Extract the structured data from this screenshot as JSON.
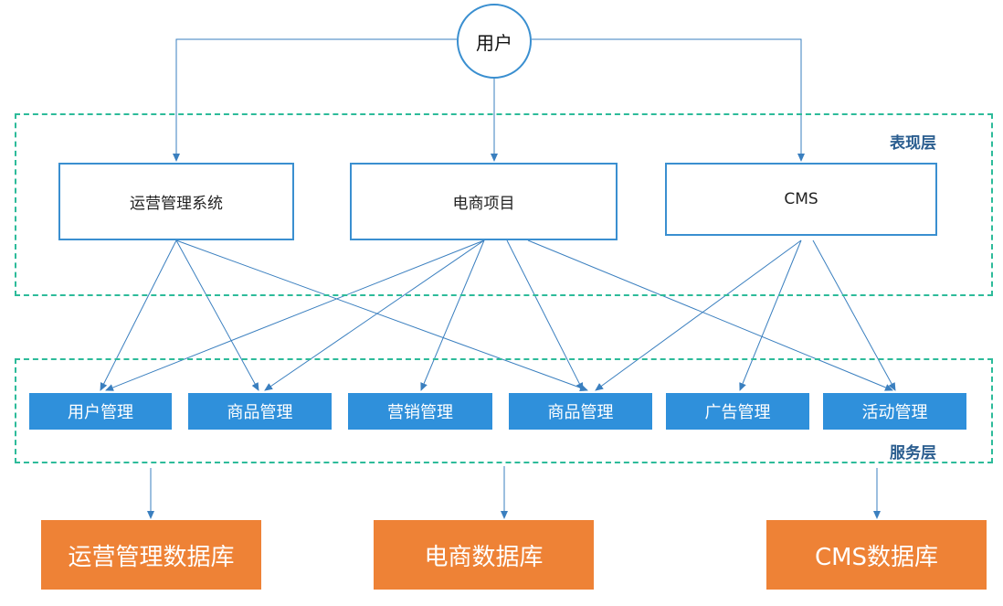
{
  "user": {
    "label": "用户"
  },
  "layers": {
    "presentation": {
      "label": "表现层"
    },
    "service": {
      "label": "服务层"
    }
  },
  "presentation_nodes": [
    {
      "label": "运营管理系统"
    },
    {
      "label": "电商项目"
    },
    {
      "label": "CMS"
    }
  ],
  "service_nodes": [
    {
      "label": "用户管理"
    },
    {
      "label": "商品管理"
    },
    {
      "label": "营销管理"
    },
    {
      "label": "商品管理"
    },
    {
      "label": "广告管理"
    },
    {
      "label": "活动管理"
    }
  ],
  "databases": [
    {
      "label": "运营管理数据库"
    },
    {
      "label": "电商数据库"
    },
    {
      "label": "CMS数据库"
    }
  ],
  "colors": {
    "line": "#3a7fbf",
    "dashed_border": "#2dbb9a",
    "service_fill": "#2f90db",
    "db_fill": "#ee8236"
  }
}
